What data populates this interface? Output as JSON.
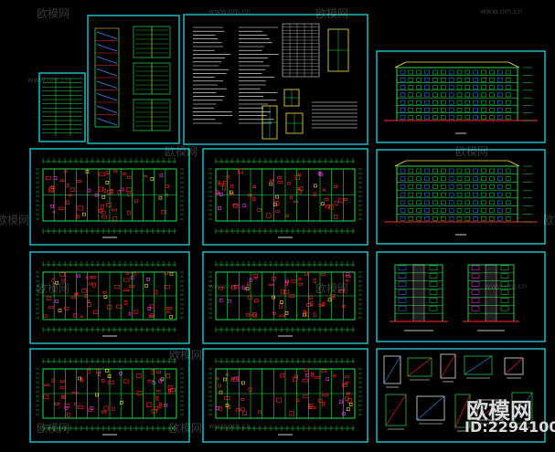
{
  "watermark": {
    "brand": "欧模网",
    "url": "www.om.cn"
  },
  "brand_overlay": {
    "title": "欧模网",
    "id_text": "ID:2294100"
  },
  "colors": {
    "background": "#000000",
    "frame": "#1ec8d2",
    "primary_line": "#22e04a",
    "accent_red": "#ff2a2a",
    "accent_magenta": "#ff3cff",
    "accent_yellow": "#ffe640",
    "accent_blue": "#3c8cff",
    "text_white": "#ffffff"
  },
  "sheets": [
    {
      "kind": "table-sheet"
    },
    {
      "kind": "stair-sections"
    },
    {
      "kind": "notes-schedule"
    },
    {
      "kind": "elevation"
    },
    {
      "kind": "floor-plan"
    },
    {
      "kind": "floor-plan"
    },
    {
      "kind": "elevation"
    },
    {
      "kind": "floor-plan"
    },
    {
      "kind": "floor-plan"
    },
    {
      "kind": "side-elevations"
    },
    {
      "kind": "floor-plan"
    },
    {
      "kind": "floor-plan"
    },
    {
      "kind": "details"
    }
  ]
}
